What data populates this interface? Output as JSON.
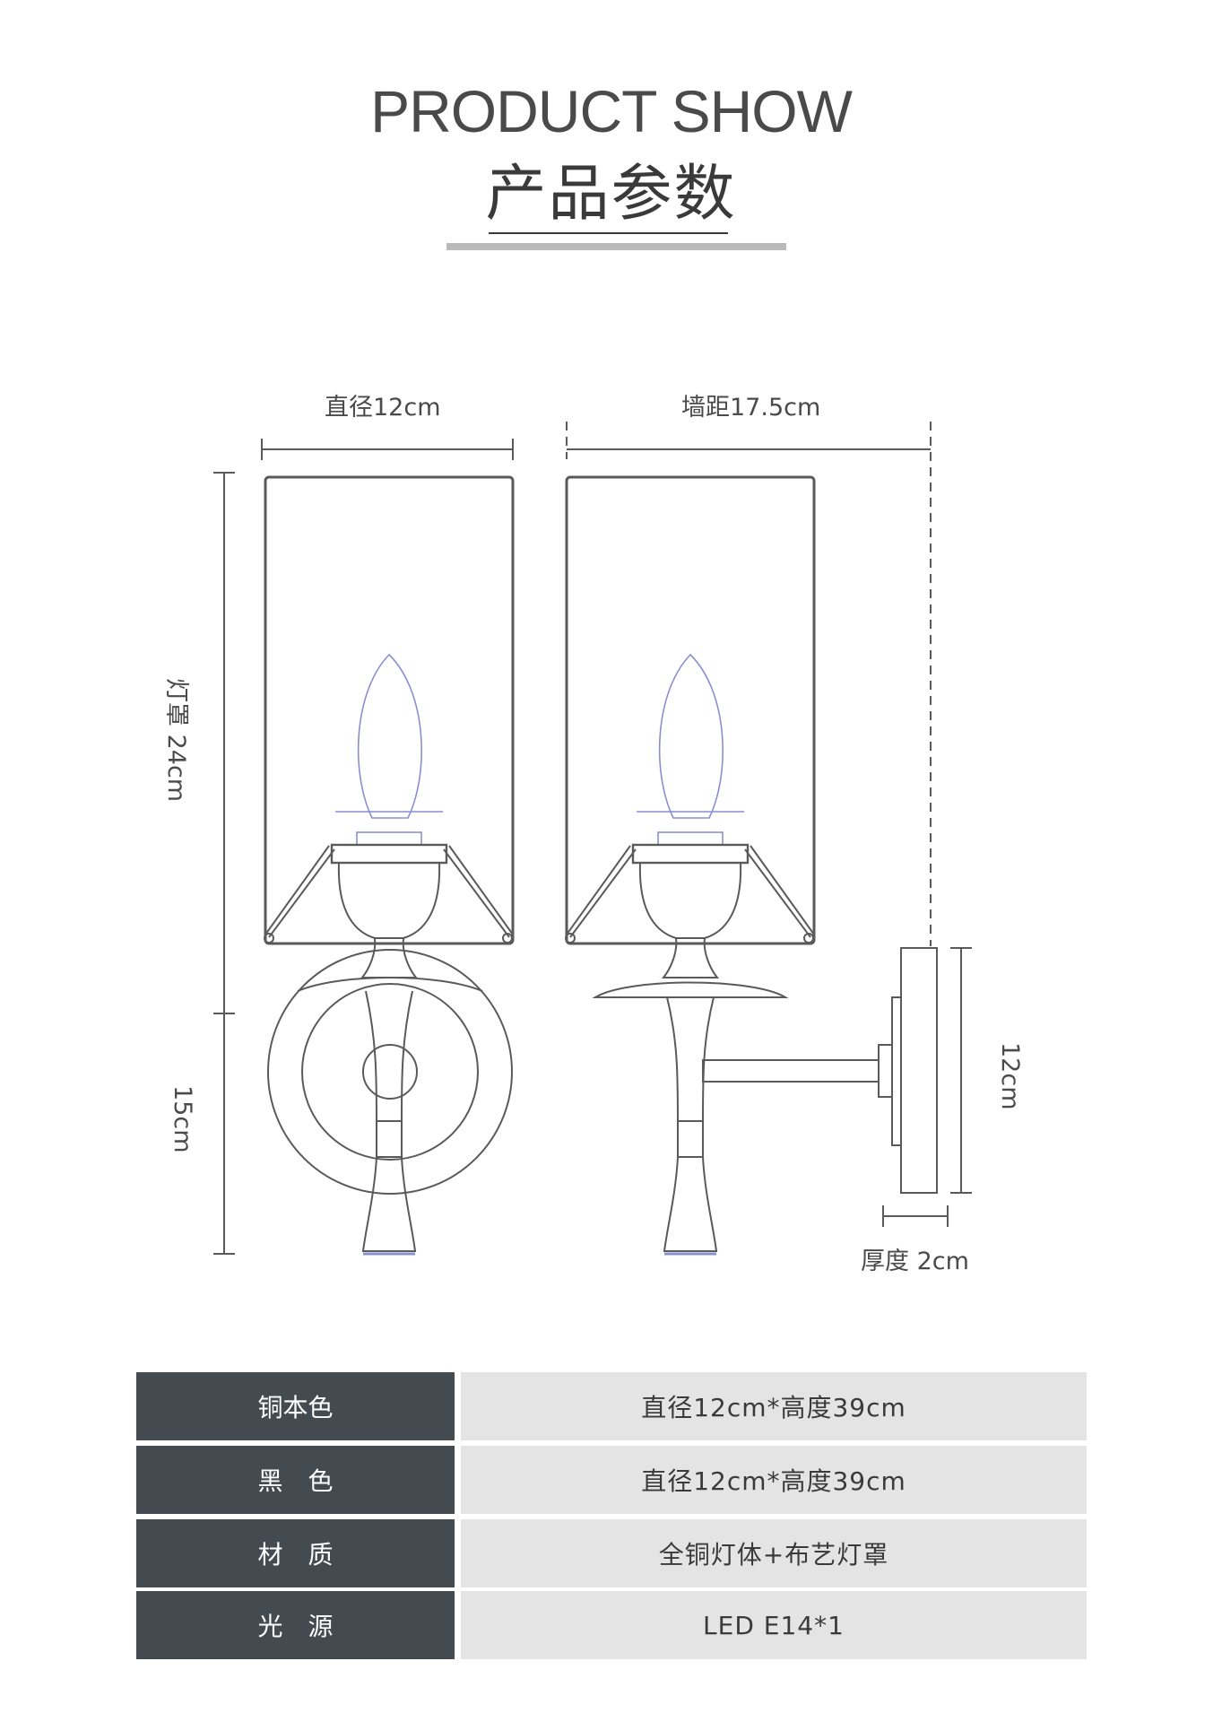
{
  "header": {
    "title_en": "PRODUCT SHOW",
    "title_cn": "产品参数"
  },
  "dimensions": {
    "diameter": "直径12cm",
    "wall_distance": "墙距17.5cm",
    "shade_height": "灯罩 24cm",
    "body_height": "15cm",
    "plate_height": "12cm",
    "thickness": "厚度 2cm"
  },
  "specs": [
    {
      "label": "铜本色",
      "value": "直径12cm*高度39cm"
    },
    {
      "label": "黑　色",
      "value": "直径12cm*高度39cm"
    },
    {
      "label": "材　质",
      "value": "全铜灯体+布艺灯罩"
    },
    {
      "label": "光　源",
      "value": "LED E14*1"
    }
  ],
  "colors": {
    "label_bg": "#434a50",
    "value_bg": "#e4e4e4",
    "line": "#5a5a5a",
    "bulb_line": "#8a8fd0"
  }
}
